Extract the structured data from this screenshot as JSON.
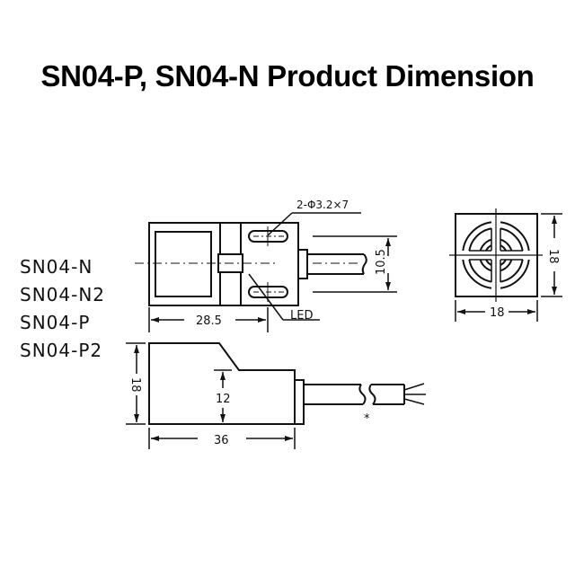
{
  "title": "SN04-P, SN04-N Product Dimension",
  "models": [
    "SN04-N",
    "SN04-N2",
    "SN04-P",
    "SN04-P2"
  ],
  "top_view": {
    "hole_callout": "2-Φ3.2×7",
    "length_dim": "28.5",
    "height_dim": "10.5",
    "led_label": "LED"
  },
  "front_view": {
    "width_dim": "18",
    "height_dim": "18"
  },
  "side_view": {
    "height_dim": "18",
    "step_dim": "12",
    "length_dim": "36",
    "cable_note": "*"
  }
}
